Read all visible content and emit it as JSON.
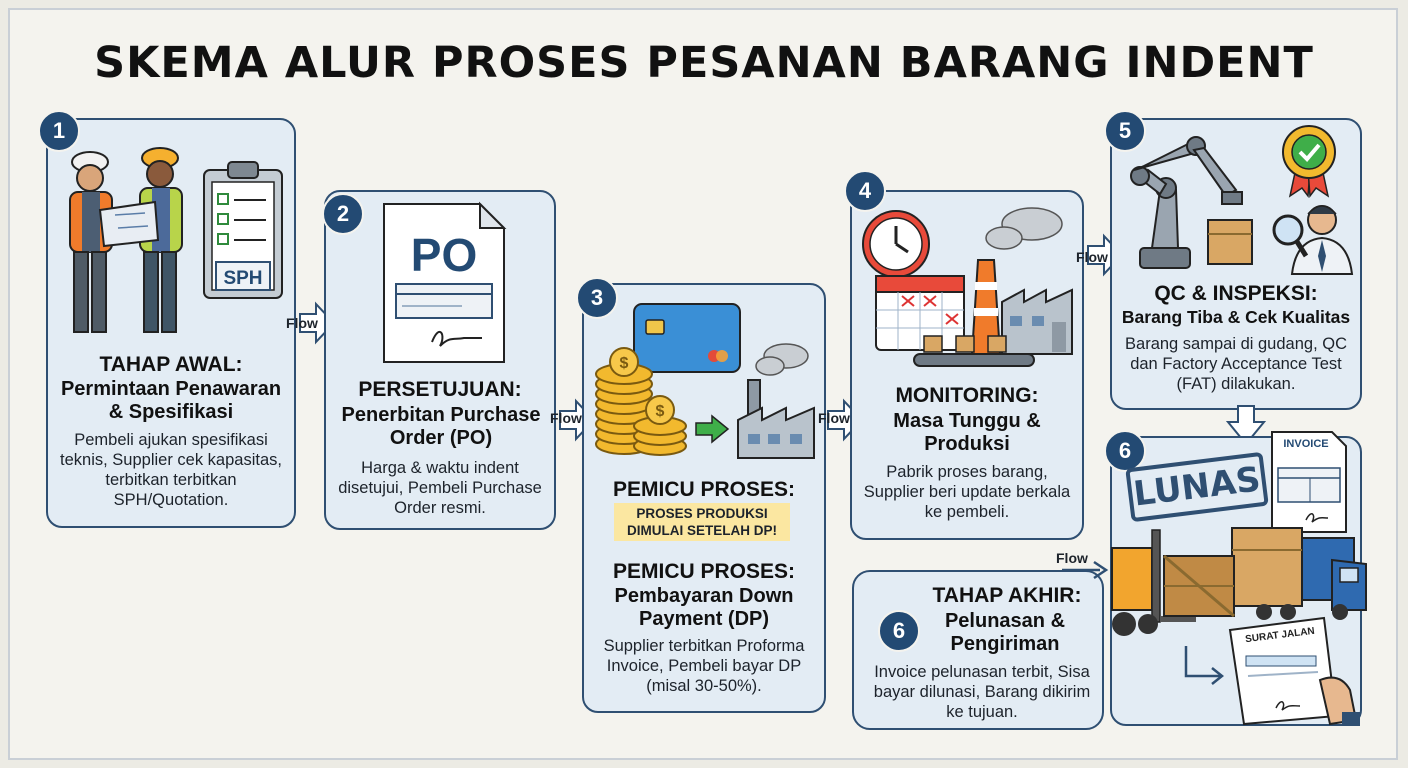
{
  "title": "SKEMA ALUR PROSES PESANAN BARANG INDENT",
  "flow_label": "Flow",
  "steps": [
    {
      "num": "1",
      "heading": "TAHAP AWAL:",
      "subheading": "Permintaan Penawaran & Spesifikasi",
      "desc": "Pembeli ajukan spesifikasi teknis, Supplier cek kapasitas, terbitkan terbitkan SPH/Quotation.",
      "doc_label": "SPH"
    },
    {
      "num": "2",
      "heading": "PERSETUJUAN:",
      "subheading": "Penerbitan Purchase Order (PO)",
      "desc": "Harga & waktu indent disetujui, Pembeli Purchase Order resmi.",
      "doc_label": "PO"
    },
    {
      "num": "3",
      "heading": "PEMICU PROSES:",
      "note": "PROSES PRODUKSI DIMULAI SETELAH DP!",
      "heading2": "PEMICU PROSES:",
      "subheading": "Pembayaran Down Payment (DP)",
      "desc": "Supplier terbitkan Proforma Invoice, Pembeli bayar DP (misal 30-50%)."
    },
    {
      "num": "4",
      "heading": "MONITORING:",
      "subheading": "Masa Tunggu & Produksi",
      "desc": "Pabrik proses barang, Supplier beri update berkala ke pembeli."
    },
    {
      "num": "5",
      "heading": "QC & INSPEKSI:",
      "subheading": "Barang Tiba & Cek Kualitas",
      "desc": "Barang sampai di gudang, QC dan Factory Acceptance Test (FAT) dilakukan."
    },
    {
      "num": "6",
      "heading": "TAHAP AKHIR:",
      "subheading": "Pelunasan & Pengiriman",
      "desc": "Invoice pelunasan terbit, Sisa bayar dilunasi, Barang dikirim ke tujuan.",
      "stamp": "LUNAS",
      "invoice_label": "INVOICE",
      "surat_label": "SURAT JALAN"
    }
  ],
  "colors": {
    "card_bg": "#e3ecf4",
    "card_border": "#2f4f72",
    "badge": "#234a73",
    "note_bg": "#fbe7a1"
  }
}
